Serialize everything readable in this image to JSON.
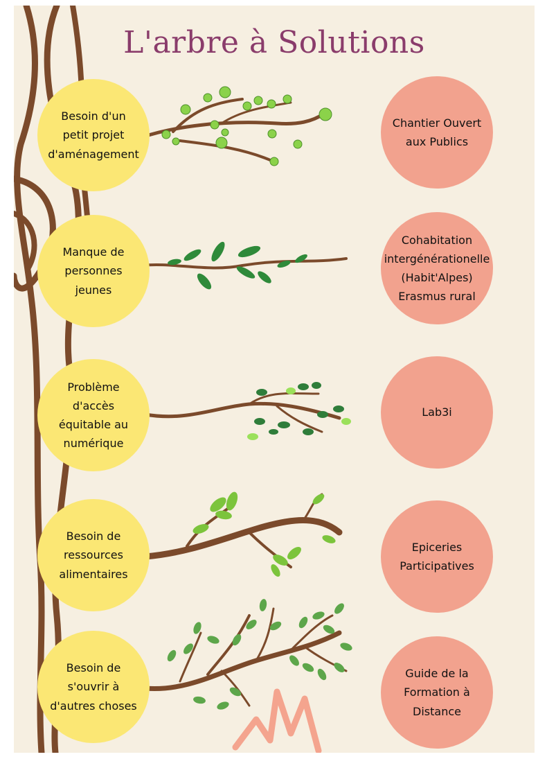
{
  "title": "L'arbre à Solutions",
  "colors": {
    "background": "#f6efe1",
    "title": "#8a3c6b",
    "problem_circle": "#fbe774",
    "solution_circle": "#f2a28e",
    "trunk": "#7b4a2b",
    "mountain": "#f4a48e"
  },
  "rows": [
    {
      "problem": "Besoin d'un\npetit projet\nd'aménagement",
      "solution": "Chantier Ouvert\naux Publics"
    },
    {
      "problem": "Manque de\npersonnes\njeunes",
      "solution": "Cohabitation\nintergénérationelle\n(Habit'Alpes)\nErasmus rural"
    },
    {
      "problem": "Problème\nd'accès\néquitable au\nnumérique",
      "solution": "Lab3i"
    },
    {
      "problem": "Besoin de\nressources\nalimentaires",
      "solution": "Epiceries\nParticipatives"
    },
    {
      "problem": "Besoin de\ns'ouvrir à\nd'autres choses",
      "solution": "Guide de la\nFormation à\nDistance"
    }
  ]
}
